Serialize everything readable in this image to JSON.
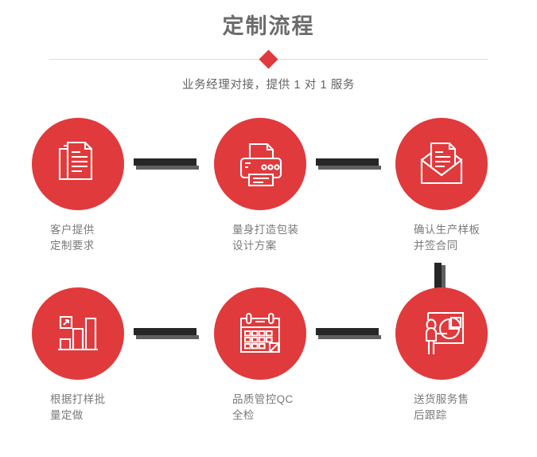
{
  "header": {
    "title": "定制流程",
    "subtitle": "业务经理对接，提供 1 对 1 服务",
    "divider_icon": "diamond-marker",
    "title_color": "#6b6b6b",
    "accent_color": "#e03a3c"
  },
  "flow": {
    "circle_color": "#e03a3c",
    "icon_color": "#ffffff",
    "connector_color": "#262626",
    "connector_shadow_color": "#5f5f5f",
    "label_color": "#7a7a7a",
    "steps": [
      {
        "index": 1,
        "icon": "documents-stack-icon",
        "label_line1": "客户提供",
        "label_line2": "定制要求"
      },
      {
        "index": 2,
        "icon": "printer-icon",
        "label_line1": "量身打造包装",
        "label_line2": "设计方案"
      },
      {
        "index": 3,
        "icon": "open-envelope-letter-icon",
        "label_line1": "确认生产样板",
        "label_line2": "并签合同"
      },
      {
        "index": 4,
        "icon": "bar-chart-growth-icon",
        "label_line1": "根据打样批",
        "label_line2": "量定做"
      },
      {
        "index": 5,
        "icon": "calendar-icon",
        "label_line1": "品质管控QC",
        "label_line2": "全检"
      },
      {
        "index": 6,
        "icon": "presenter-pie-chart-icon",
        "label_line1": "送货服务售",
        "label_line2": "后跟踪"
      }
    ]
  }
}
